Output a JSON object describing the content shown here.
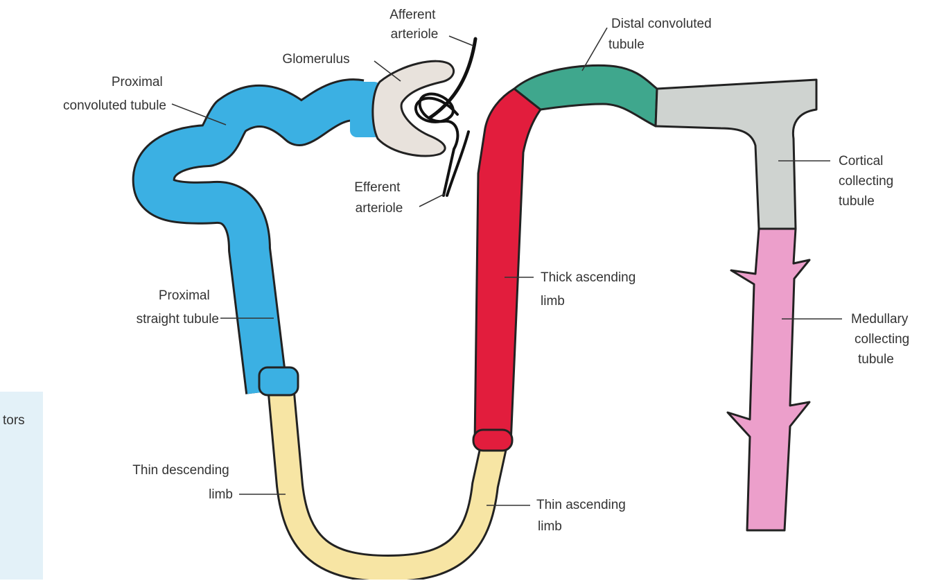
{
  "labels": {
    "afferent_arteriole": [
      "Afferent",
      "arteriole"
    ],
    "glomerulus": [
      "Glomerulus"
    ],
    "proximal_convoluted_tubule": [
      "Proximal",
      "convoluted tubule"
    ],
    "efferent_arteriole": [
      "Efferent",
      "arteriole"
    ],
    "distal_convoluted_tubule": [
      "Distal convoluted",
      "tubule"
    ],
    "cortical_collecting_tubule": [
      "Cortical",
      "collecting",
      "tubule"
    ],
    "thick_ascending_limb": [
      "Thick ascending",
      "limb"
    ],
    "proximal_straight_tubule": [
      "Proximal",
      "straight tubule"
    ],
    "medullary_collecting_tubule": [
      "Medullary",
      "collecting",
      "tubule"
    ],
    "thin_descending_limb": [
      "Thin descending",
      "limb"
    ],
    "thin_ascending_limb": [
      "Thin ascending",
      "limb"
    ]
  },
  "side_panel": {
    "text": "tors"
  },
  "colors": {
    "proximal": "#3bb0e3",
    "glomerulus": "#e8e2dc",
    "thin_limb": "#f7e5a4",
    "thick_ascending": "#e21d3d",
    "distal": "#3fa78d",
    "cortical_collecting": "#cfd3d0",
    "medullary_collecting": "#ec9fcb",
    "side_panel": "#e3f1f8"
  }
}
